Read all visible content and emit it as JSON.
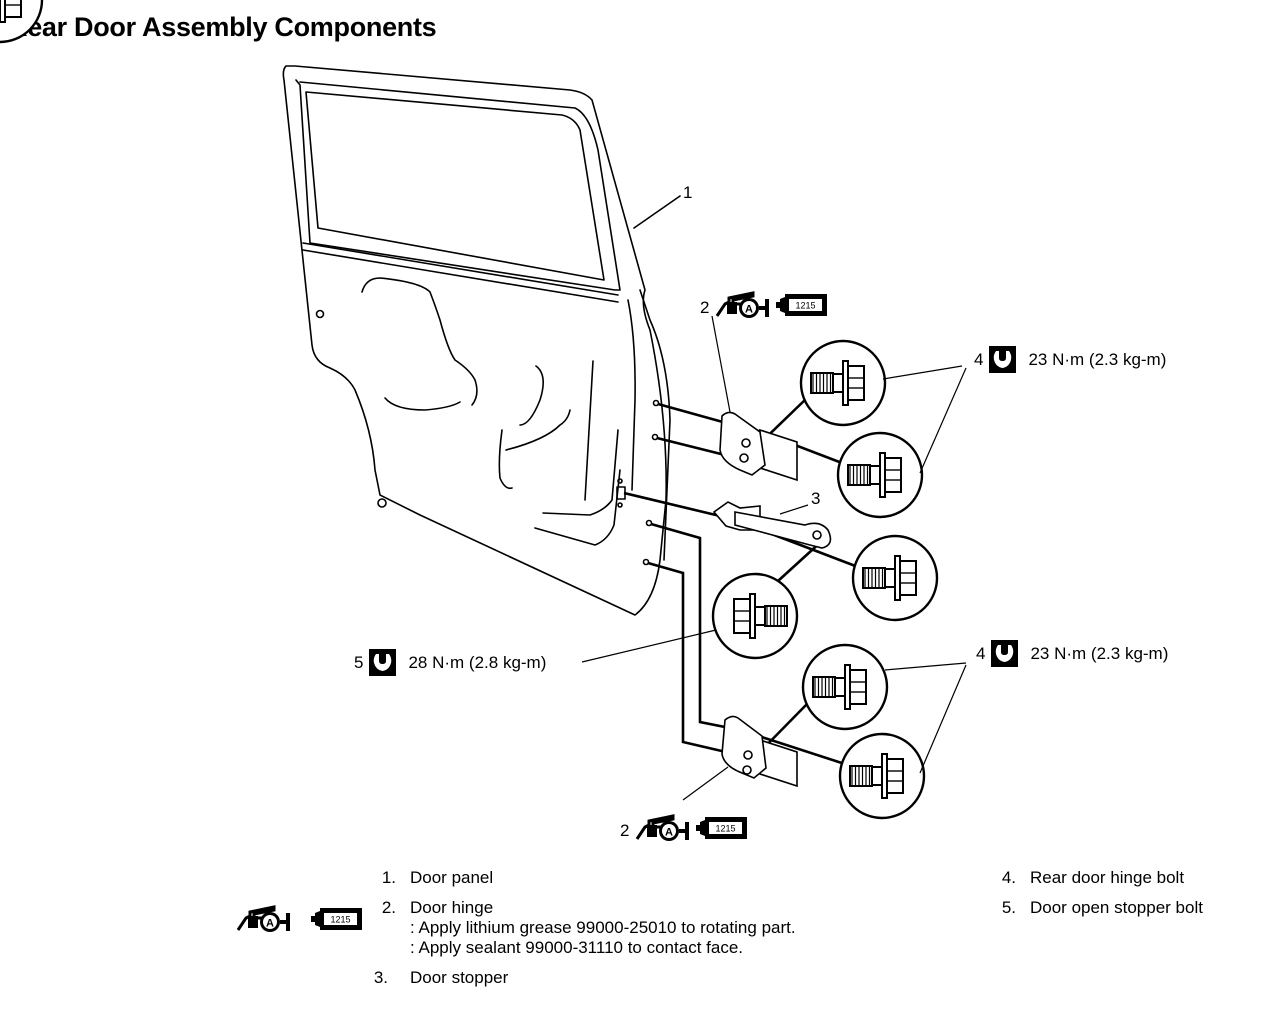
{
  "title": "Rear Door Assembly Components",
  "callouts": {
    "door_panel": "1",
    "hinge_upper": "2",
    "hinge_lower": "2",
    "stopper": "3",
    "hinge_bolt_upper": "4",
    "hinge_bolt_lower": "4",
    "stopper_bolt": "5"
  },
  "torque_specs": {
    "hinge_bolt_upper": "23 N·m (2.3 kg-m)",
    "hinge_bolt_lower": "23 N·m (2.3 kg-m)",
    "stopper_bolt": "28 N·m (2.8 kg-m)"
  },
  "icons": {
    "grease": "grease-gun-icon",
    "grease_letter": "A",
    "sealant": "sealant-tube-icon",
    "sealant_code": "1215",
    "torque": "wrench-icon"
  },
  "legend": {
    "items": [
      {
        "index": "1.",
        "label": "Door panel"
      },
      {
        "index": "2.",
        "label": "Door hinge",
        "notes": [
          ": Apply lithium grease 99000-25010 to rotating part.",
          ": Apply sealant 99000-31110 to contact face."
        ]
      },
      {
        "index": "3.",
        "label": "Door stopper"
      },
      {
        "index": "4.",
        "label": "Rear door hinge bolt"
      },
      {
        "index": "5.",
        "label": "Door open stopper bolt"
      }
    ]
  }
}
